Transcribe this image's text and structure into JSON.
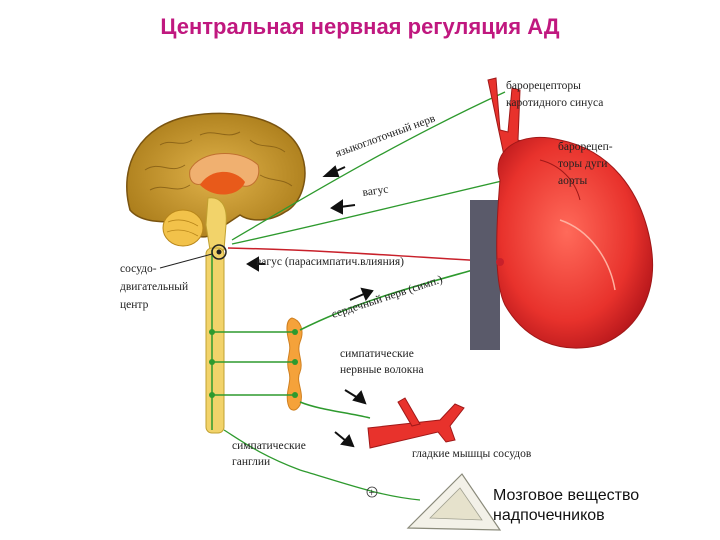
{
  "title": "Центральная нервная регуляция АД",
  "labels": {
    "glossopharyngeal": "языкоглоточный нерв",
    "vagus": "вагус",
    "vagus_parasymp": "вагус (парасимпатич.влияния)",
    "cardiac_nerve": "сердечный нерв (симп.)",
    "vasomotor_1": "сосудо-",
    "vasomotor_2": "двигательный",
    "vasomotor_3": "центр",
    "carotid_1": "барорецепторы",
    "carotid_2": "каротидного синуса",
    "aortic_1": "барорецеп-",
    "aortic_2": "торы дуги",
    "aortic_3": "аорты",
    "symp_fibers_1": "симпатические",
    "symp_fibers_2": "нервные волокна",
    "symp_ganglia_1": "симпатические",
    "symp_ganglia_2": "ганглии",
    "smooth_muscle": "гладкие мышцы сосудов",
    "adrenal_1": "Мозговое вещество",
    "adrenal_2": "надпочечников",
    "plus_sign": "+"
  },
  "colors": {
    "title": "#c0187f",
    "brain": "#b8860b",
    "heart": "#e8322c",
    "nerve_green": "#2e9a2e",
    "nerve_red": "#c8202a",
    "spinal_cord": "#f2d36a"
  }
}
